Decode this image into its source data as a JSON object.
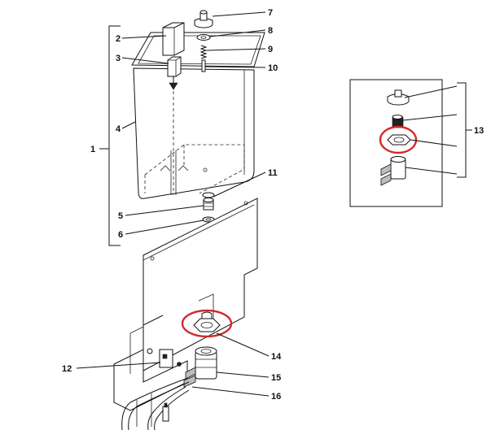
{
  "colors": {
    "line": "#111111",
    "highlight": "#d42a2a",
    "background": "#ffffff"
  },
  "callouts": {
    "c1": "1",
    "c2": "2",
    "c3": "3",
    "c4": "4",
    "c5": "5",
    "c6": "6",
    "c7": "7",
    "c8": "8",
    "c9": "9",
    "c10": "10",
    "c11": "11",
    "c12": "12",
    "c13": "13",
    "c14": "14",
    "c15": "15",
    "c16": "16"
  }
}
